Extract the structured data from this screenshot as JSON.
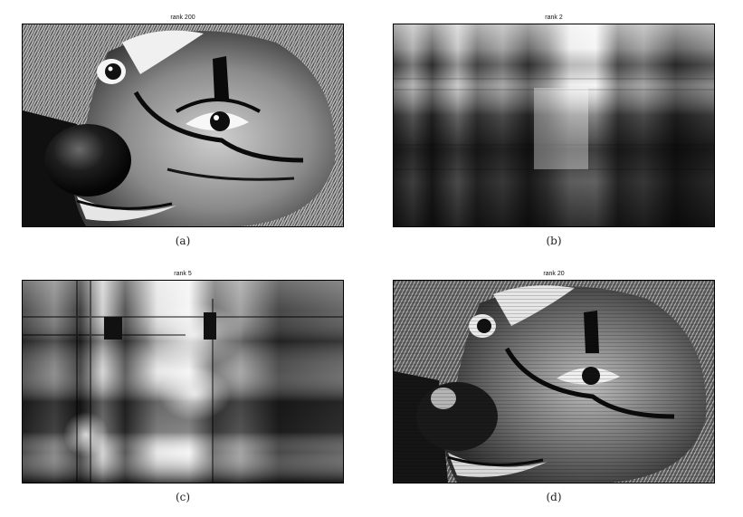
{
  "panels": [
    {
      "title": "rank 200",
      "caption": "(a)",
      "rank": 200
    },
    {
      "title": "rank 2",
      "caption": "(b)",
      "rank": 2
    },
    {
      "title": "rank 5",
      "caption": "(c)",
      "rank": 5
    },
    {
      "title": "rank 20",
      "caption": "(d)",
      "rank": 20
    }
  ],
  "colors": {
    "background": "#ffffff",
    "frame": "#000000",
    "image_dark": "#111111",
    "image_light": "#f2f2f2"
  }
}
